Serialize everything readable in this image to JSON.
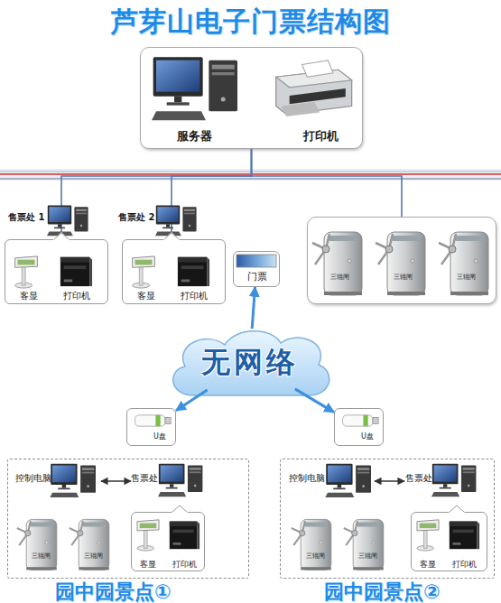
{
  "diagram": {
    "title": "芦芽山电子门票结构图",
    "nodes": [
      {
        "text": [
          "服务器",
          "打印机"
        ]
      },
      {
        "text": [
          "售票处 1",
          "客显",
          "打印机"
        ]
      },
      {
        "text": [
          "售票处 2",
          "客显",
          "打印机"
        ]
      },
      {
        "text": [
          "门票"
        ]
      },
      {
        "text": [
          "三辊闸",
          "三辊闸",
          "三辊闸"
        ]
      },
      {
        "text": [
          "无网络"
        ]
      },
      {
        "text": [
          "U盘"
        ]
      },
      {
        "text": [
          "U盘"
        ]
      },
      {
        "text": [
          "园中园景点①"
        ]
      },
      {
        "text": [
          "控制电脑"
        ],
        "in": 8
      },
      {
        "text": [
          "售票处"
        ],
        "in": 8
      },
      {
        "text": [
          "客显",
          "打印机"
        ],
        "in": 8
      },
      {
        "text": [
          "三辊闸",
          "三辊闸"
        ],
        "in": 8
      },
      {
        "text": [
          "园中园景点②"
        ]
      },
      {
        "text": [
          "控制电脑"
        ],
        "in": 13
      },
      {
        "text": [
          "售票处"
        ],
        "in": 13
      },
      {
        "text": [
          "客显",
          "打印机"
        ],
        "in": 13
      },
      {
        "text": [
          "三辊闸",
          "三辊闸"
        ],
        "in": 13
      }
    ],
    "edges": [
      {
        "from": 0,
        "to": 1,
        "arrow": "none"
      },
      {
        "from": 0,
        "to": 2,
        "arrow": "none"
      },
      {
        "from": 0,
        "to": 4,
        "arrow": "none"
      },
      {
        "from": 5,
        "to": 3,
        "arrow": "to"
      },
      {
        "from": 5,
        "to": 6,
        "arrow": "to"
      },
      {
        "from": 5,
        "to": 7,
        "arrow": "to"
      },
      {
        "from": 9,
        "to": 10,
        "arrow": "both"
      },
      {
        "from": 14,
        "to": 15,
        "arrow": "both"
      }
    ]
  }
}
